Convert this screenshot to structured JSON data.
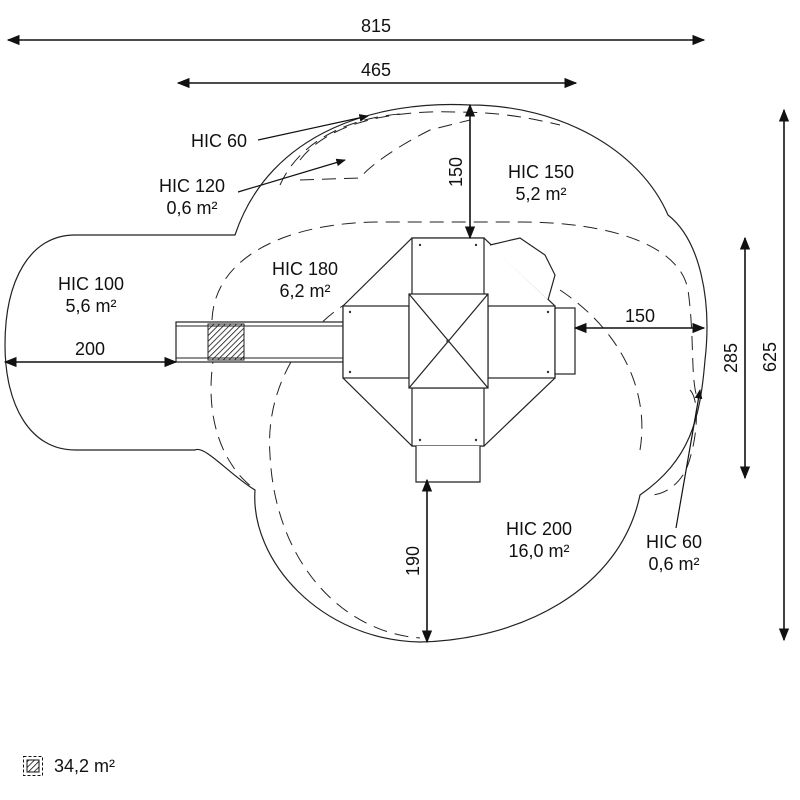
{
  "dimensions": {
    "width_total": "815",
    "width_inner": "465",
    "height_total": "625",
    "height_side": "285",
    "top_offset": "150",
    "right_offset": "150",
    "left_offset": "200",
    "bottom_offset": "190"
  },
  "zones": {
    "hic60_top": {
      "name": "HIC 60"
    },
    "hic120": {
      "name": "HIC 120",
      "area": "0,6 m²"
    },
    "hic150": {
      "name": "HIC 150",
      "area": "5,2 m²"
    },
    "hic100": {
      "name": "HIC 100",
      "area": "5,6 m²"
    },
    "hic180": {
      "name": "HIC 180",
      "area": "6,2 m²"
    },
    "hic200": {
      "name": "HIC 200",
      "area": "16,0 m²"
    },
    "hic60_right": {
      "name": "HIC 60",
      "area": "0,6 m²"
    }
  },
  "legend": {
    "icon": "hatched-square-icon",
    "total_area": "34,2 m²"
  }
}
